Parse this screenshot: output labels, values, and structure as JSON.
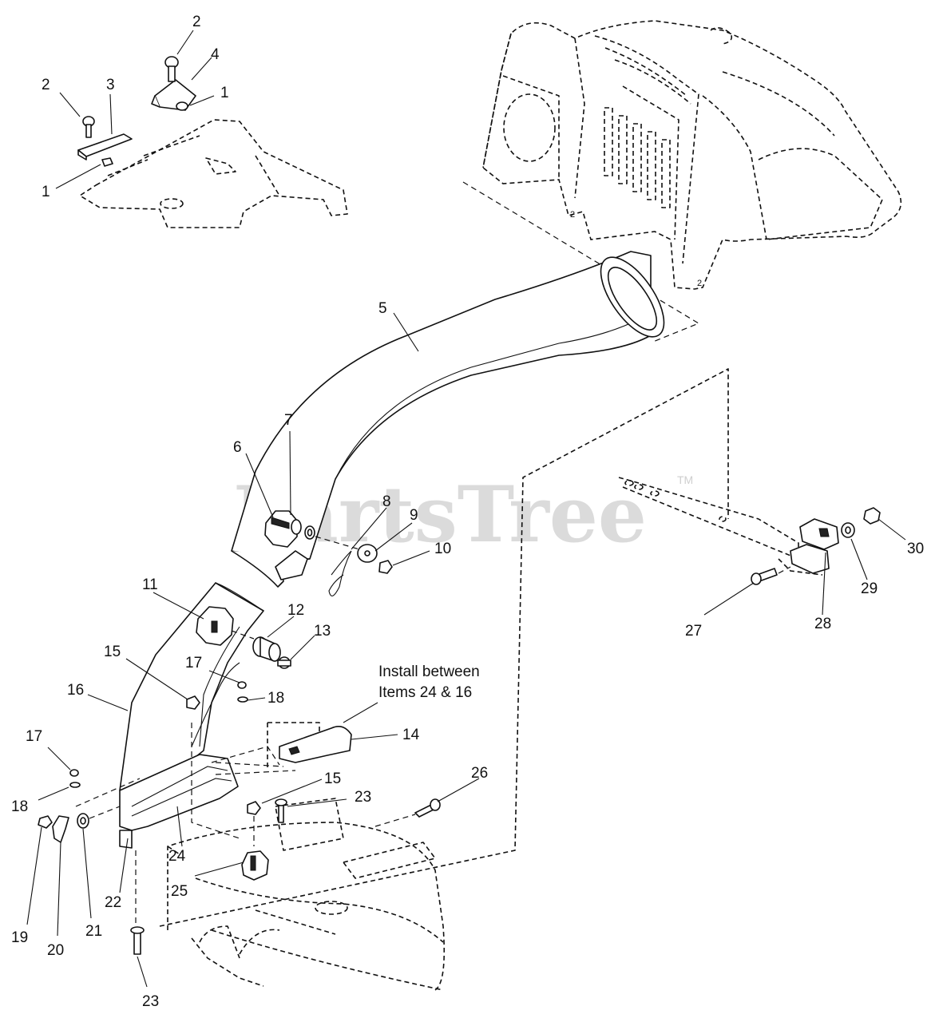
{
  "watermark": {
    "text": "PartsTree",
    "tm": "TM"
  },
  "note": {
    "line1": "Install between",
    "line2": "Items 24 & 16"
  },
  "callouts": [
    {
      "id": "c2a",
      "text": "2"
    },
    {
      "id": "c4",
      "text": "4"
    },
    {
      "id": "c2b",
      "text": "2"
    },
    {
      "id": "c3",
      "text": "3"
    },
    {
      "id": "c1a",
      "text": "1"
    },
    {
      "id": "c1b",
      "text": "1"
    },
    {
      "id": "c5",
      "text": "5"
    },
    {
      "id": "c7",
      "text": "7"
    },
    {
      "id": "c6",
      "text": "6"
    },
    {
      "id": "c8",
      "text": "8"
    },
    {
      "id": "c9",
      "text": "9"
    },
    {
      "id": "c10",
      "text": "10"
    },
    {
      "id": "c11",
      "text": "11"
    },
    {
      "id": "c12",
      "text": "12"
    },
    {
      "id": "c13",
      "text": "13"
    },
    {
      "id": "c15a",
      "text": "15"
    },
    {
      "id": "c17a",
      "text": "17"
    },
    {
      "id": "c18a",
      "text": "18"
    },
    {
      "id": "c16",
      "text": "16"
    },
    {
      "id": "c14",
      "text": "14"
    },
    {
      "id": "c17b",
      "text": "17"
    },
    {
      "id": "c18b",
      "text": "18"
    },
    {
      "id": "c15b",
      "text": "15"
    },
    {
      "id": "c23a",
      "text": "23"
    },
    {
      "id": "c26",
      "text": "26"
    },
    {
      "id": "c24",
      "text": "24"
    },
    {
      "id": "c25",
      "text": "25"
    },
    {
      "id": "c22",
      "text": "22"
    },
    {
      "id": "c21",
      "text": "21"
    },
    {
      "id": "c20",
      "text": "20"
    },
    {
      "id": "c19",
      "text": "19"
    },
    {
      "id": "c23b",
      "text": "23"
    },
    {
      "id": "c30",
      "text": "30"
    },
    {
      "id": "c29",
      "text": "29"
    },
    {
      "id": "c28",
      "text": "28"
    },
    {
      "id": "c27",
      "text": "27"
    }
  ]
}
